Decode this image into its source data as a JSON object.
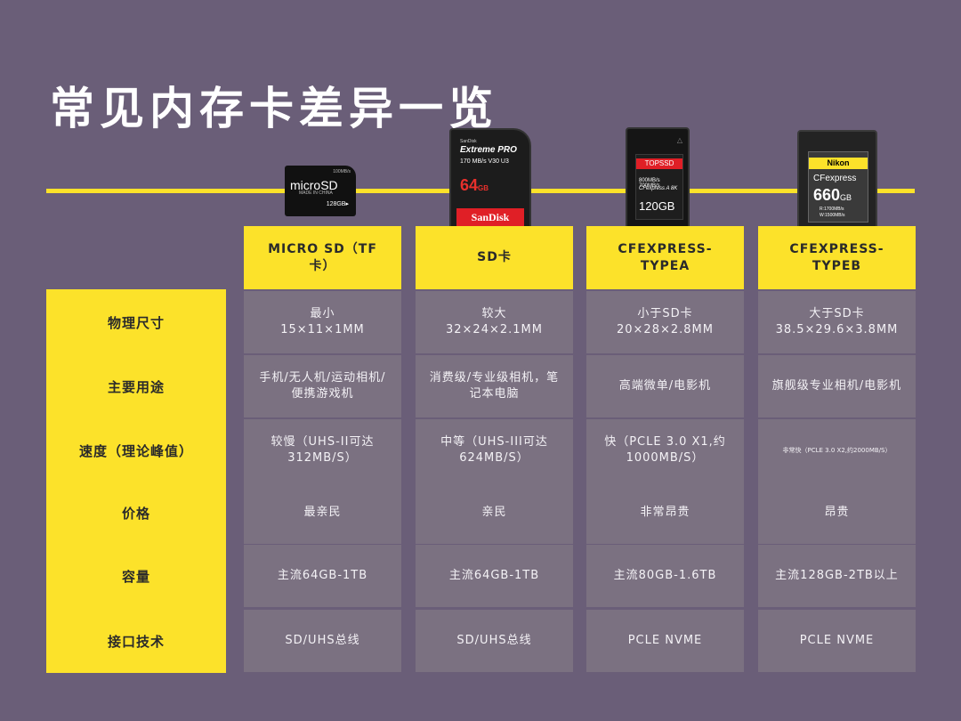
{
  "title": "常见内存卡差异一览",
  "cards": {
    "micro": {
      "top": "100MB/s",
      "name": "microSD",
      "made": "MADE IN CHINA",
      "cap": "128GB▸"
    },
    "sd": {
      "brand": "SanDisk",
      "line": "Extreme PRO",
      "speed": "170 MB/s  V30  U3",
      "cap": "64",
      "unit": "GB",
      "bar": "SanDisk"
    },
    "cfa": {
      "brand": "TOPSSD",
      "speed": "800MB/s 700MB/s",
      "type": "CFexpress A  8K",
      "cap": "120GB",
      "mark": "△"
    },
    "cfb": {
      "brand": "Nikon",
      "line": "CFexpress",
      "cap": "660",
      "unit": "GB",
      "read": "R:1700MB/s",
      "write": "W:1500MB/s"
    }
  },
  "columns": [
    "MICRO SD（TF卡）",
    "SD卡",
    "CFEXPRESS-TYPEA",
    "CFEXPRESS-TYPEB"
  ],
  "rows": [
    {
      "label": "物理尺寸",
      "cells": [
        "最小\n15×11×1MM",
        "较大\n32×24×2.1MM",
        "小于SD卡\n20×28×2.8MM",
        "大于SD卡\n38.5×29.6×3.8MM"
      ]
    },
    {
      "label": "主要用途",
      "cells": [
        "手机/无人机/运动相机/便携游戏机",
        "消费级/专业级相机，笔记本电脑",
        "高端微单/电影机",
        "旗舰级专业相机/电影机"
      ]
    },
    {
      "label": "速度（理论峰值）",
      "cells": [
        "较慢（UHS-II可达312MB/S）",
        "中等（UHS-III可达624MB/S）",
        "快（PCLE 3.0 X1,约1000MB/S）",
        "非常快（PCLE 3.0 X2,约2000MB/S）"
      ]
    },
    {
      "label": "价格",
      "cells": [
        "最亲民",
        "亲民",
        "非常昂贵",
        "昂贵"
      ]
    },
    {
      "label": "容量",
      "cells": [
        "主流64GB-1TB",
        "主流64GB-1TB",
        "主流80GB-1.6TB",
        "主流128GB-2TB以上"
      ]
    },
    {
      "label": "接口技术",
      "cells": [
        "SD/UHS总线",
        "SD/UHS总线",
        "PCLE NVME",
        "PCLE NVME"
      ]
    }
  ]
}
